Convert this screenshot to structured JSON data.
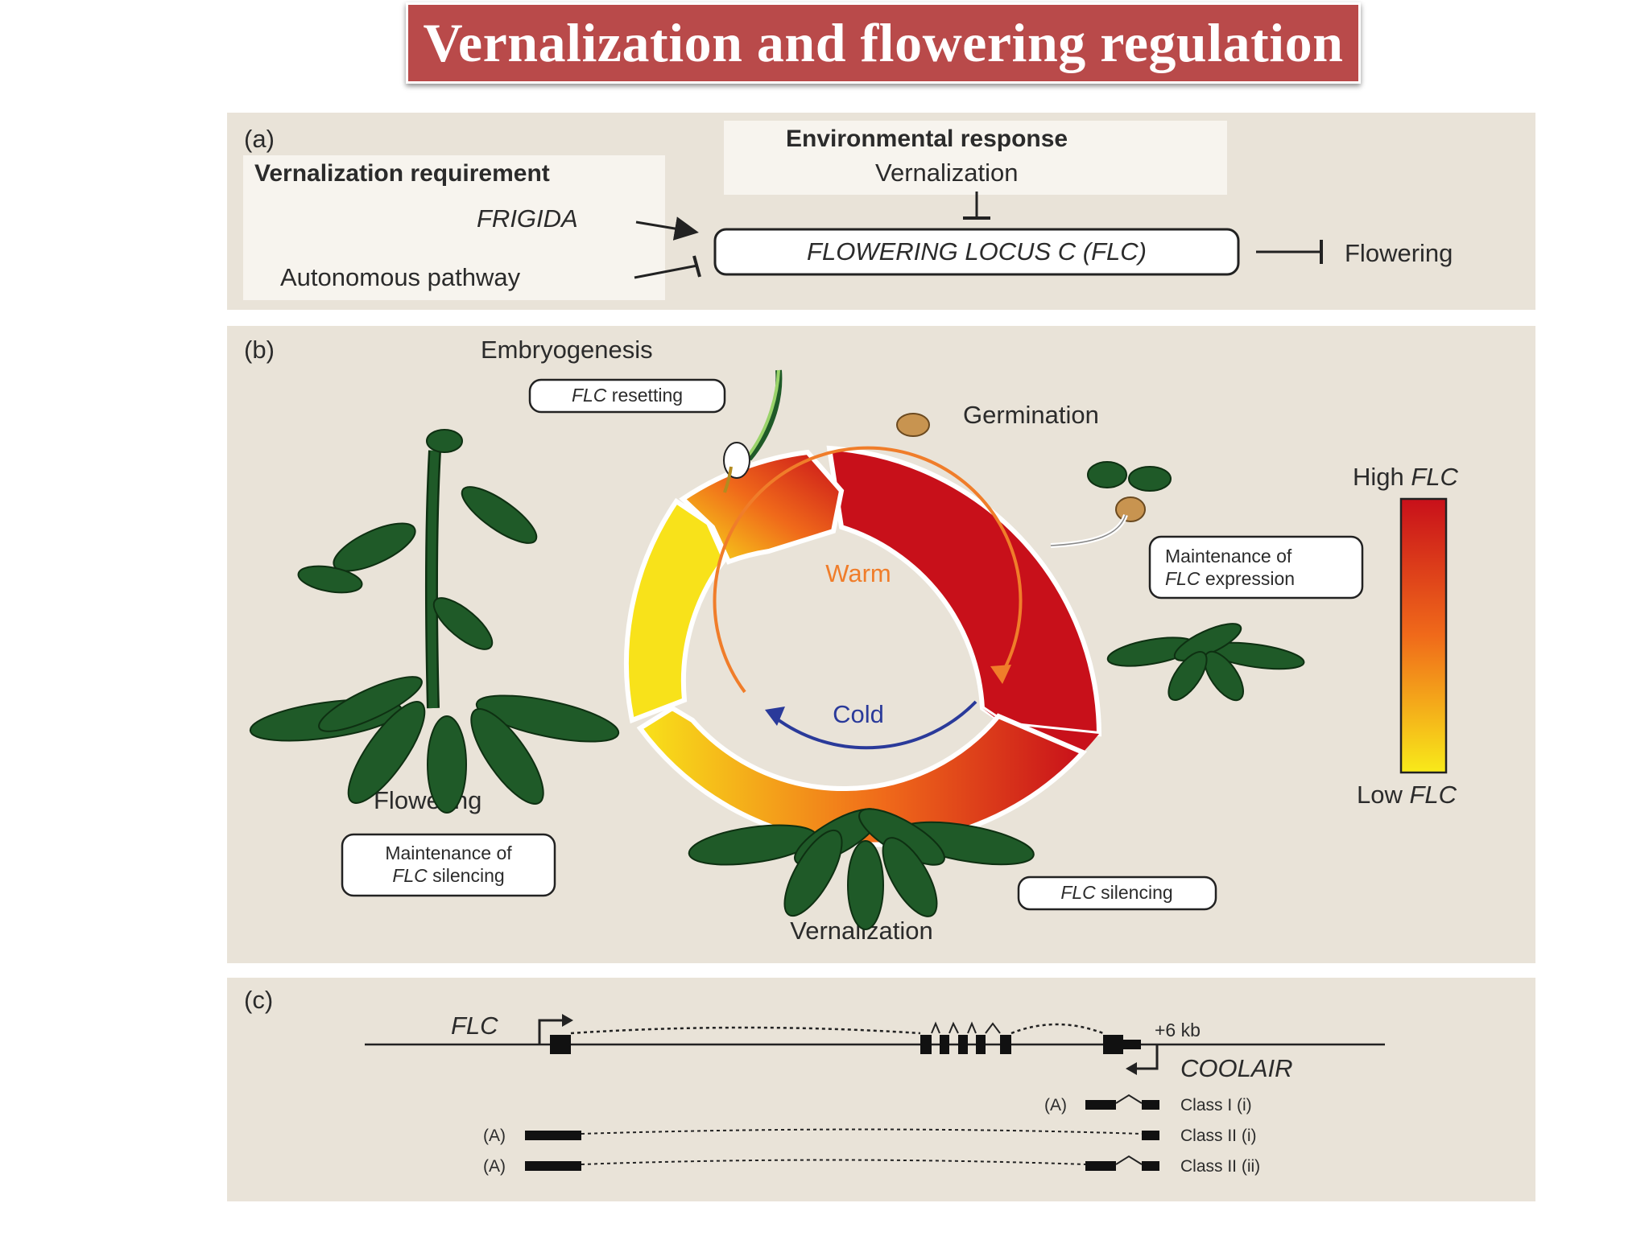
{
  "title": "Vernalization and flowering regulation",
  "panel_a": {
    "tag": "(a)",
    "vern_req_heading": "Vernalization requirement",
    "frigida": "FRIGIDA",
    "autonomous": "Autonomous pathway",
    "env_heading": "Environmental response",
    "vernalization": "Vernalization",
    "flc_box": "FLOWERING LOCUS C (FLC)",
    "flowering": "Flowering"
  },
  "panel_b": {
    "tag": "(b)",
    "embryogenesis": "Embryogenesis",
    "flc_resetting_italic": "FLC",
    "flc_resetting_rest": " resetting",
    "germination": "Germination",
    "maintenance_expr_line1": "Maintenance of",
    "maintenance_expr_italic": "FLC",
    "maintenance_expr_rest": " expression",
    "warm": "Warm",
    "cold": "Cold",
    "high_prefix": "High ",
    "high_italic": "FLC",
    "low_prefix": "Low ",
    "low_italic": "FLC",
    "flowering": "Flowering",
    "maintenance_sil_line1": "Maintenance of",
    "maintenance_sil_italic": "FLC",
    "maintenance_sil_rest": " silencing",
    "flc_silencing_italic": "FLC",
    "flc_silencing_rest": " silencing",
    "vernalization": "Vernalization",
    "colors": {
      "high": "#c8101a",
      "mid": "#f06a1a",
      "low": "#f8e21a",
      "warm_arrow": "#f07d2a",
      "cold_arrow": "#2a3a9a",
      "leaf": "#1f5a28",
      "panel_bg": "#e9e3d8"
    }
  },
  "panel_c": {
    "tag": "(c)",
    "flc": "FLC",
    "plus6kb": "+6 kb",
    "coolair": "COOLAIR",
    "polyA": "(A)",
    "class_1": "Class I (i)",
    "class_2i": "Class II (i)",
    "class_2ii": "Class II (ii)"
  }
}
